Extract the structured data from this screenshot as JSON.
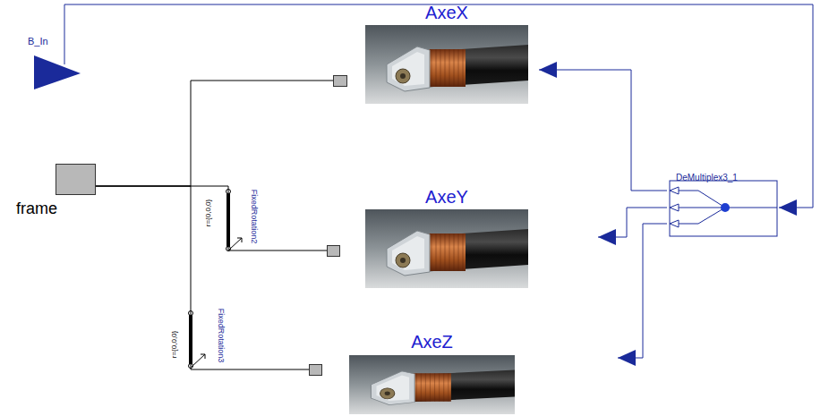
{
  "diagram": {
    "nodes": [
      {
        "text": [
          "B_In"
        ]
      },
      {
        "text": [
          "frame"
        ]
      },
      {
        "text": [
          "AxeX"
        ]
      },
      {
        "text": [
          "AxeY"
        ]
      },
      {
        "text": [
          "AxeZ"
        ]
      },
      {
        "text": [
          "DeMultiplex3_1"
        ]
      }
    ],
    "edges": [
      {
        "from": 0,
        "to": 5,
        "arrow": "to"
      },
      {
        "from": 5,
        "to": 2,
        "arrow": "to"
      },
      {
        "from": 5,
        "to": 3,
        "arrow": "to"
      },
      {
        "from": 5,
        "to": 4,
        "arrow": "to"
      },
      {
        "from": 1,
        "to": 2,
        "arrow": "none"
      },
      {
        "from": 1,
        "to": 3,
        "arrow": "none"
      },
      {
        "from": 1,
        "to": 4,
        "arrow": "none"
      }
    ],
    "labels": [
      "FixedRotation2",
      "r={0,0,0}",
      "FixedRotation3",
      "r={0,0,0}"
    ]
  }
}
